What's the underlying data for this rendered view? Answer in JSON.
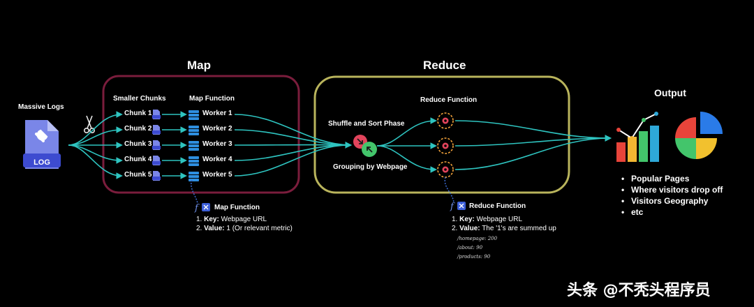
{
  "sections": {
    "map_title": "Map",
    "reduce_title": "Reduce",
    "output_title": "Output"
  },
  "source": {
    "label": "Massive Logs",
    "icon_text": "LOG"
  },
  "map": {
    "chunks_header": "Smaller Chunks",
    "function_header": "Map Function",
    "chunks": [
      "Chunk 1",
      "Chunk 2",
      "Chunk 3",
      "Chunk 4",
      "Chunk 5"
    ],
    "workers": [
      "Worker 1",
      "Worker 2",
      "Worker 3",
      "Worker 4",
      "Worker 5"
    ]
  },
  "reduce": {
    "shuffle_label": "Shuffle and Sort Phase",
    "grouping_label": "Grouping by Webpage",
    "function_header": "Reduce Function"
  },
  "map_note": {
    "title": "Map Function",
    "line1_num": "1.",
    "line1_key": "Key:",
    "line1_val": " Webpage URL",
    "line2_num": "2.",
    "line2_key": "Value:",
    "line2_val": " 1 (Or relevant metric)"
  },
  "reduce_note": {
    "title": "Reduce Function",
    "line1_num": "1.",
    "line1_key": "Key:",
    "line1_val": " Webpage URL",
    "line2_num": "2.",
    "line2_key": "Value:",
    "line2_val": " The '1's are summed up",
    "samples": [
      "/homepage: 200",
      "/about: 90",
      "/products: 90"
    ]
  },
  "output": {
    "items": [
      "Popular Pages",
      "Where visitors drop off",
      "Visitors Geography",
      "etc"
    ]
  },
  "watermark": "头条 @不秃头程序员",
  "colors": {
    "background": "#000000",
    "map_border": "#7a1d3c",
    "reduce_border": "#b9b45c",
    "arrow": "#2ec4c0",
    "log_icon": "#7a86e8"
  }
}
